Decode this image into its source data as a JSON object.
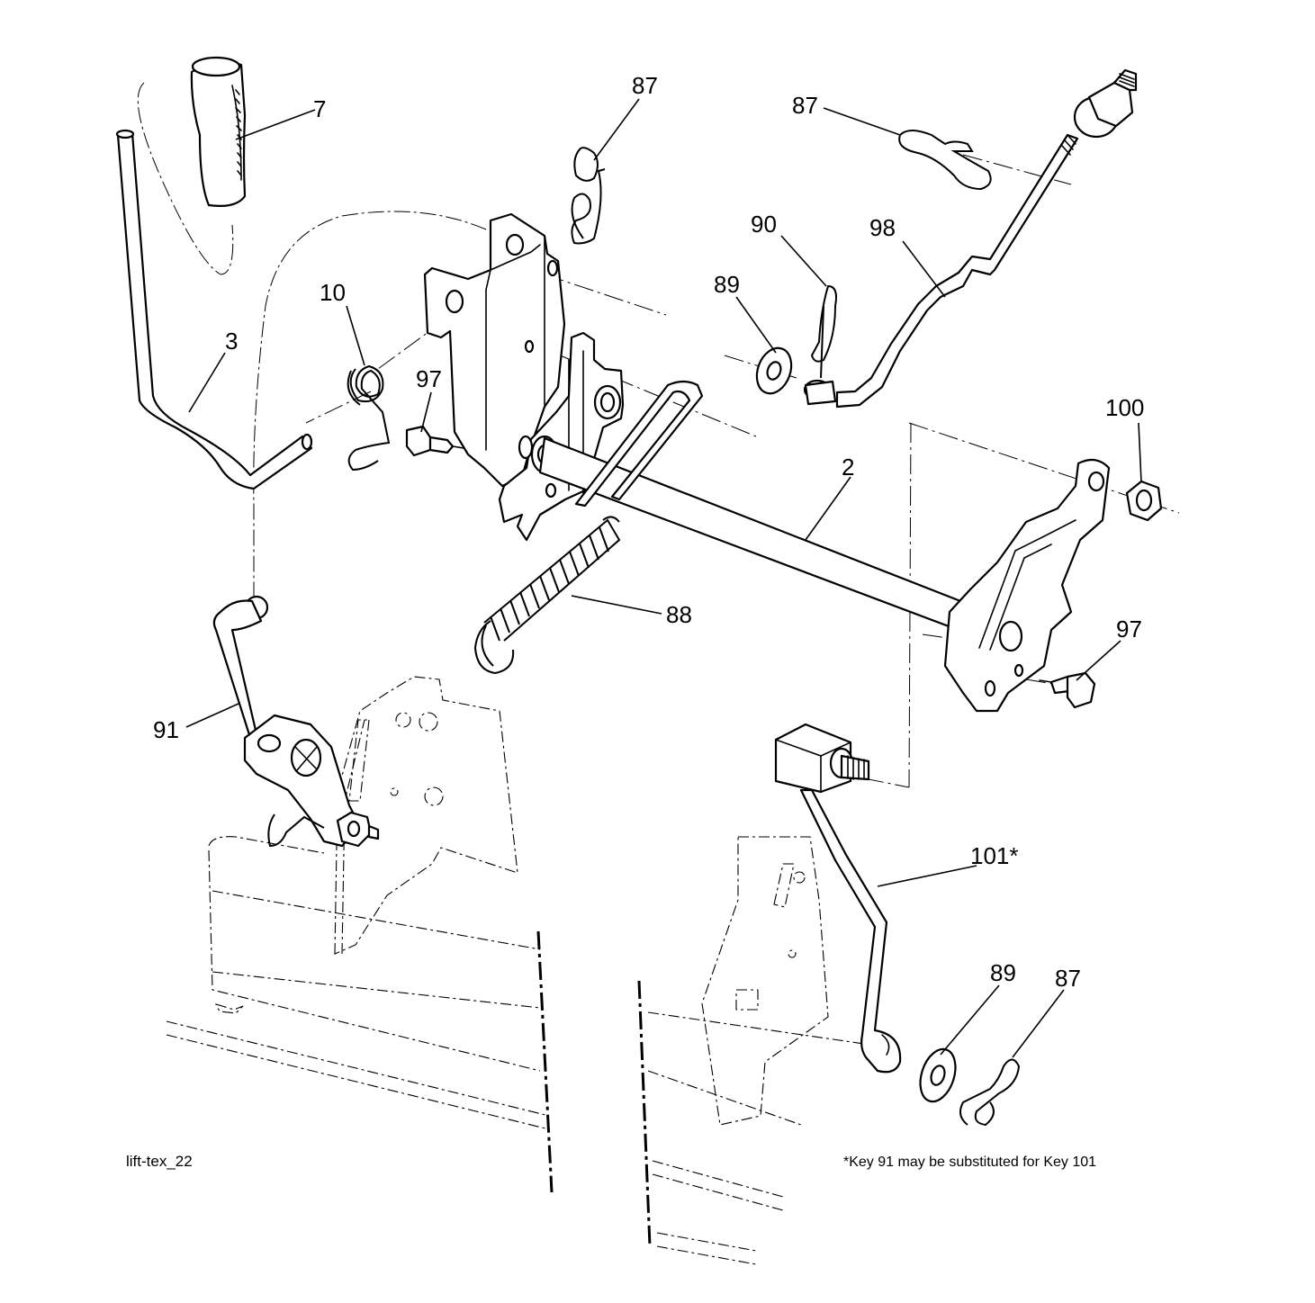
{
  "figure_id": "lift-tex_22",
  "footnote": "*Key 91 may be substituted for Key 101",
  "callouts": [
    {
      "key": "7",
      "part": "handle-grip"
    },
    {
      "key": "87",
      "part": "hairpin-clip-upper"
    },
    {
      "key": "87",
      "part": "hairpin-clip-right"
    },
    {
      "key": "90",
      "part": "cotter-pin"
    },
    {
      "key": "98",
      "part": "adjust-rod"
    },
    {
      "key": "10",
      "part": "torsion-spring"
    },
    {
      "key": "89",
      "part": "flat-washer-upper"
    },
    {
      "key": "3",
      "part": "lift-lever"
    },
    {
      "key": "97",
      "part": "shoulder-bolt-left"
    },
    {
      "key": "100",
      "part": "hex-nut"
    },
    {
      "key": "2",
      "part": "lift-shaft"
    },
    {
      "key": "88",
      "part": "extension-spring"
    },
    {
      "key": "97",
      "part": "shoulder-bolt-right"
    },
    {
      "key": "91",
      "part": "link-rod-left"
    },
    {
      "key": "101*",
      "part": "link-rod-right"
    },
    {
      "key": "89",
      "part": "flat-washer-lower"
    },
    {
      "key": "87",
      "part": "hairpin-clip-lower"
    }
  ]
}
